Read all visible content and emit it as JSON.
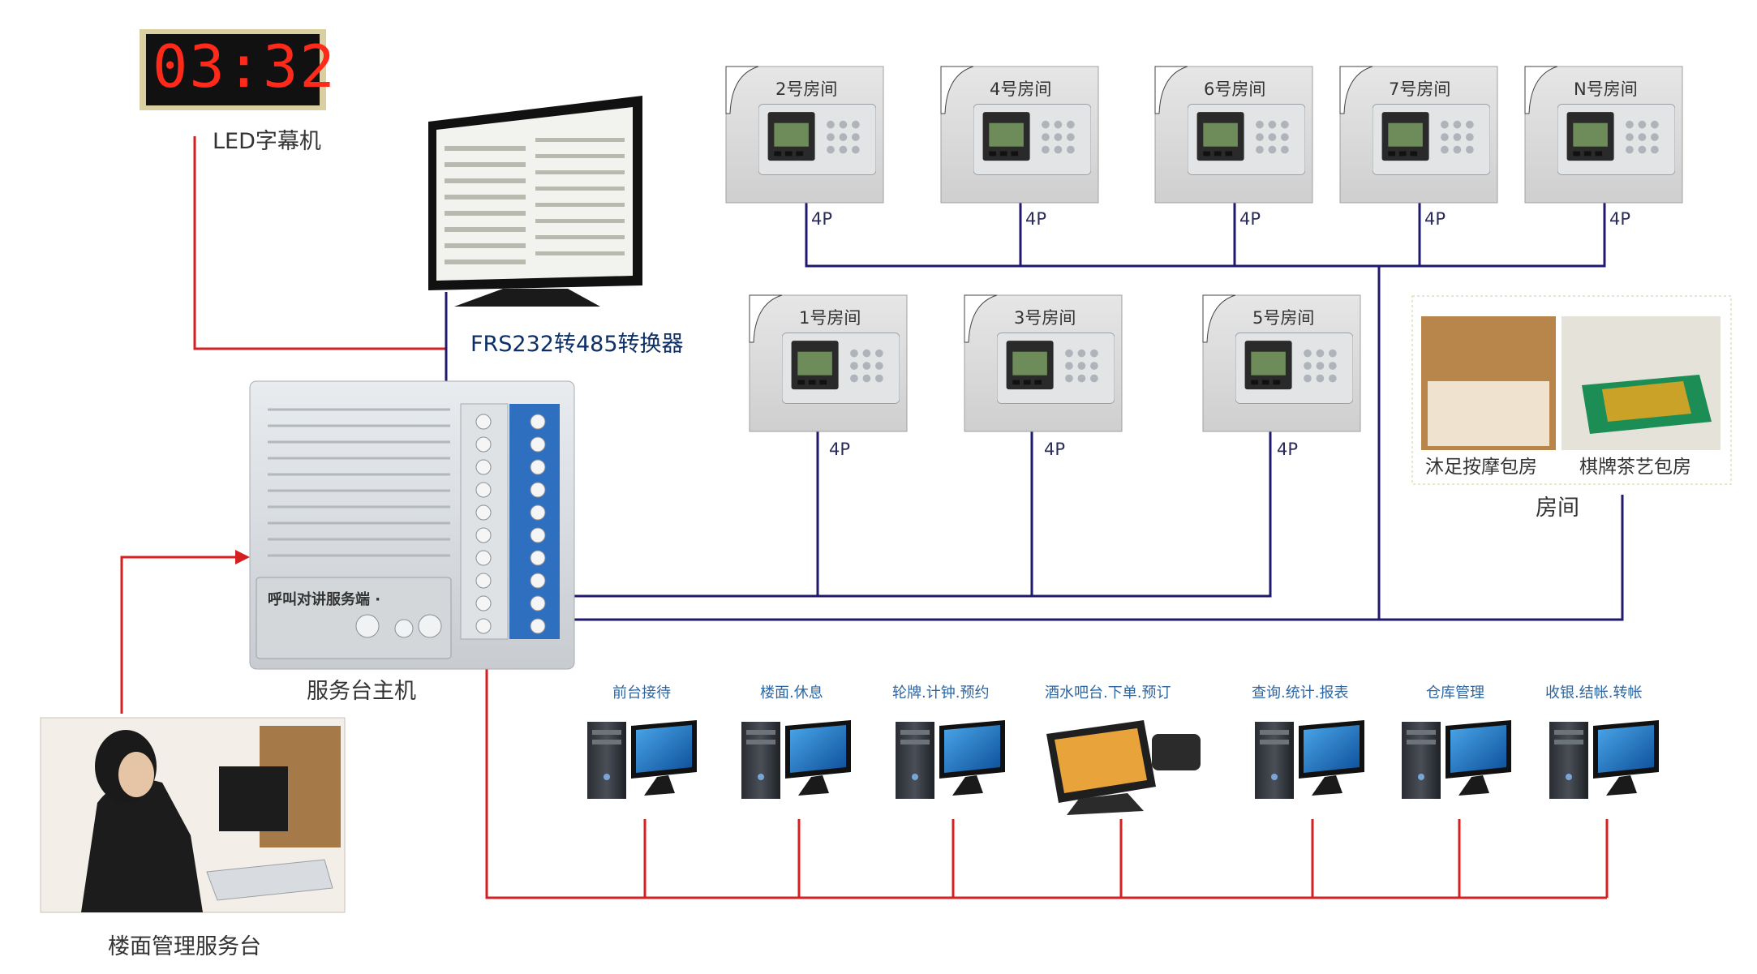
{
  "led": {
    "time": "03:32",
    "caption": "LED字幕机"
  },
  "monitor": {
    "caption": "FRS232转485转换器"
  },
  "host": {
    "caption": "服务台主机",
    "panel_text": "呼叫对讲服务端 ·"
  },
  "desk": {
    "caption": "楼面管理服务台"
  },
  "rooms_top": [
    {
      "name": "2号房间",
      "wire": "4P"
    },
    {
      "name": "4号房间",
      "wire": "4P"
    },
    {
      "name": "6号房间",
      "wire": "4P"
    },
    {
      "name": "7号房间",
      "wire": "4P"
    },
    {
      "name": "N号房间",
      "wire": "4P"
    }
  ],
  "rooms_mid": [
    {
      "name": "1号房间",
      "wire": "4P"
    },
    {
      "name": "3号房间",
      "wire": "4P"
    },
    {
      "name": "5号房间",
      "wire": "4P"
    }
  ],
  "room_photos": {
    "left": "沐足按摩包房",
    "right": "棋牌茶艺包房",
    "group": "房间"
  },
  "terminals": [
    {
      "label": "前台接待"
    },
    {
      "label": "楼面.休息"
    },
    {
      "label": "轮牌.计钟.预约"
    },
    {
      "label": "酒水吧台.下单.预订"
    },
    {
      "label": "查询.统计.报表"
    },
    {
      "label": "仓库管理"
    },
    {
      "label": "收银.结帐.转帐"
    }
  ],
  "colors": {
    "red_wire": "#d42020",
    "blue_wire": "#1f1a6e",
    "term_text": "#2d66a0"
  }
}
